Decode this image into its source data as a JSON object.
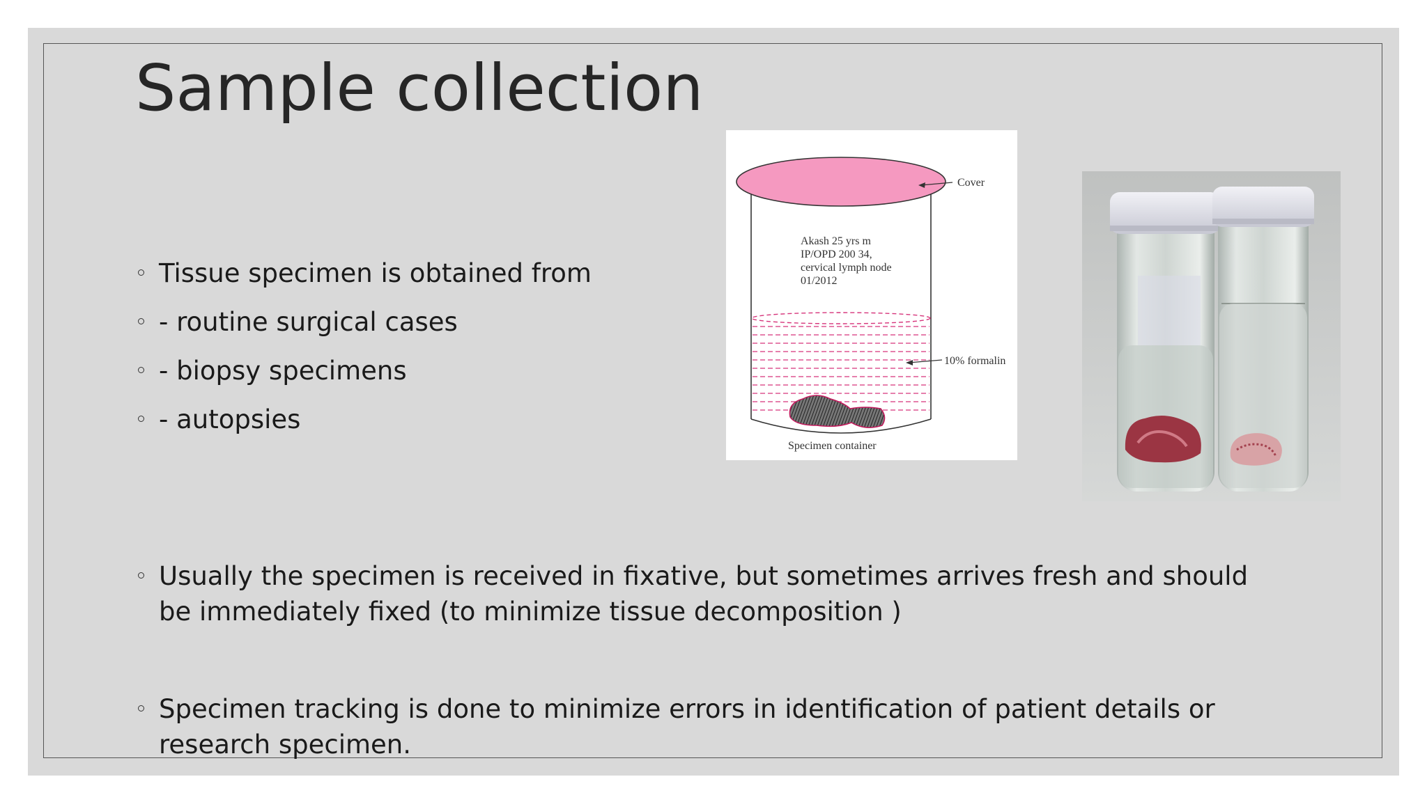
{
  "slide": {
    "title": "Sample collection",
    "bullets": [
      "Tissue specimen  is obtained from",
      "- routine surgical cases",
      "- biopsy specimens",
      "- autopsies"
    ],
    "paragraphs": [
      "Usually the specimen is received in fixative, but sometimes arrives fresh and should be immediately fixed (to minimize tissue decomposition )",
      "Specimen tracking is done to minimize errors in identification of patient details or research specimen."
    ]
  },
  "diagram": {
    "cover_label": "Cover",
    "label_lines": [
      "Akash 25 yrs m",
      "IP/OPD 200 34,",
      "cervical lymph node",
      "01/2012"
    ],
    "formalin_label": "10% formalin",
    "container_label": "Specimen container",
    "colors": {
      "cover": "#f599c0",
      "formalin_lines": "#d6337a"
    }
  },
  "photo": {
    "subject": "specimen-jars-photo"
  }
}
